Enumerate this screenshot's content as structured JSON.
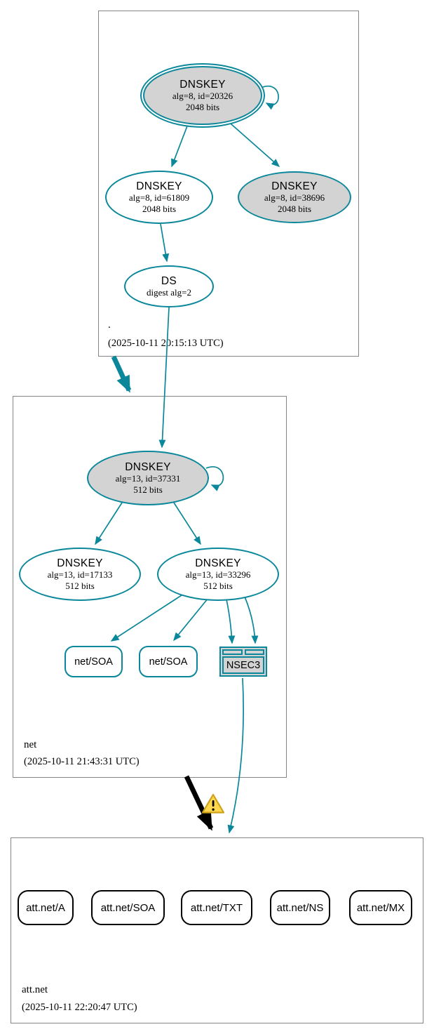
{
  "zones": {
    "root": {
      "name": ".",
      "timestamp": "(2025-10-11 20:15:13 UTC)",
      "ksk": {
        "title": "DNSKEY",
        "alg": "alg=8, id=20326",
        "bits": "2048 bits"
      },
      "zsk": {
        "title": "DNSKEY",
        "alg": "alg=8, id=61809",
        "bits": "2048 bits"
      },
      "ksk2": {
        "title": "DNSKEY",
        "alg": "alg=8, id=38696",
        "bits": "2048 bits"
      },
      "ds": {
        "title": "DS",
        "alg": "digest alg=2"
      }
    },
    "net": {
      "name": "net",
      "timestamp": "(2025-10-11 21:43:31 UTC)",
      "ksk": {
        "title": "DNSKEY",
        "alg": "alg=13, id=37331",
        "bits": "512 bits"
      },
      "key1": {
        "title": "DNSKEY",
        "alg": "alg=13, id=17133",
        "bits": "512 bits"
      },
      "key2": {
        "title": "DNSKEY",
        "alg": "alg=13, id=33296",
        "bits": "512 bits"
      },
      "soa1": {
        "label": "net/SOA"
      },
      "soa2": {
        "label": "net/SOA"
      },
      "nsec3": {
        "label": "NSEC3"
      }
    },
    "attnet": {
      "name": "att.net",
      "timestamp": "(2025-10-11 22:20:47 UTC)",
      "a": {
        "label": "att.net/A"
      },
      "soa": {
        "label": "att.net/SOA"
      },
      "txt": {
        "label": "att.net/TXT"
      },
      "ns": {
        "label": "att.net/NS"
      },
      "mx": {
        "label": "att.net/MX"
      }
    }
  },
  "colors": {
    "secure_edge": "#0a879a",
    "insecure_edge": "#000000",
    "node_fill": "#d3d3d3",
    "zone_border": "#848484",
    "warning_fill": "#ffd84d",
    "warning_border": "#cfa21b"
  },
  "icons": {
    "warning": "warning-icon"
  }
}
